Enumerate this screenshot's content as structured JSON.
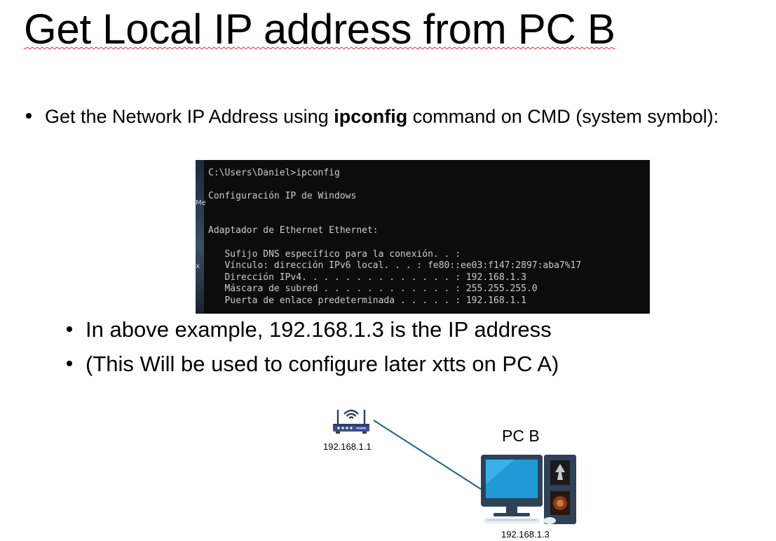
{
  "slide": {
    "title": "Get Local IP address from PC B"
  },
  "bullets": {
    "b1_prefix": "Get the Network IP Address using ",
    "b1_bold": "ipconfig",
    "b1_suffix": " command on CMD (system symbol):",
    "b2": "In above example, 192.168.1.3 is the IP address",
    "b3": "(This Will be used to configure later xtts on PC A)"
  },
  "terminal": {
    "lines": [
      "C:\\Users\\Daniel>ipconfig",
      "Configuración IP de Windows",
      "Adaptador de Ethernet Ethernet:",
      "   Sufijo DNS específico para la conexión. . :",
      "   Vínculo: dirección IPv6 local. . . : fe80::ee03:f147:2897:aba7%17",
      "   Dirección IPv4. . . . . . . . . . . . . . : 192.168.1.3",
      "   Máscara de subred . . . . . . . . . . . . : 255.255.255.0",
      "   Puerta de enlace predeterminada . . . . . : 192.168.1.1"
    ],
    "edge_fragments": [
      "Me",
      "x"
    ],
    "background": "#0c0c0c",
    "text_color": "#cccccc"
  },
  "diagram": {
    "router_icon": "wifi-router-icon",
    "router_label": "192.168.1.1",
    "pc_icon": "desktop-computer-icon",
    "pc_name": "PC B",
    "pc_label": "192.168.1.3",
    "link_color": "#1f5f8b"
  }
}
